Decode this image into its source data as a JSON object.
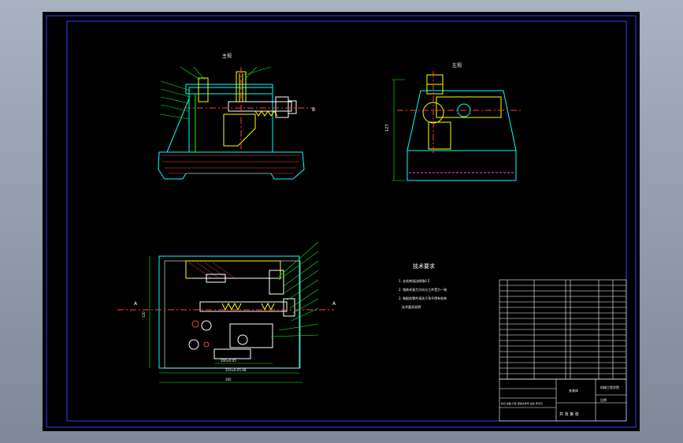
{
  "views": {
    "front_title": "主视",
    "side_title": "左视",
    "section_mark": "B",
    "plan_mark": "A"
  },
  "tech_req": {
    "title": "技术要求",
    "items": [
      "1. 去毛刺锐边倒角0.5",
      "2. 钳体夹紧力方向与工件受力一致",
      "3. 装配前零件清洗干净不得有毛刺",
      "技术要求说明"
    ]
  },
  "dims": {
    "side_height": "127",
    "plan_inner": "200±0.05",
    "plan_mid": "210±0.05 H8",
    "plan_overall": "285",
    "plan_left": "120"
  },
  "title_block": {
    "designation": "夹具体",
    "scale": "比例",
    "sheet_label": "共 张 第 张",
    "school": "机械工程学院",
    "revision_text": "标记 处数 分区 更改文件号 签名 年月日"
  },
  "colors": {
    "green": "#00ff00",
    "cyan": "#00ffff",
    "yellow": "#ffff00",
    "white": "#ffffff",
    "red": "#ff4040",
    "magenta": "#ff40ff",
    "blue": "#3a3aff"
  }
}
